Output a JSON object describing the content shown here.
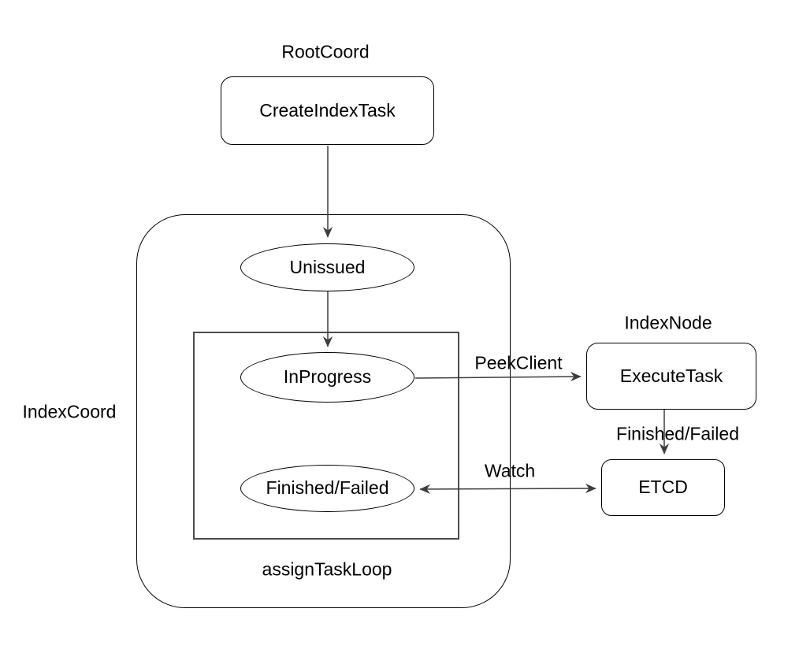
{
  "diagram": {
    "title_context": "index task flow",
    "group_labels": {
      "root_coord": "RootCoord",
      "index_node": "IndexNode"
    },
    "containers": {
      "index_coord": {
        "label": "IndexCoord"
      },
      "assign_task_loop": {
        "label": "assignTaskLoop"
      }
    },
    "nodes": {
      "create_index_task": {
        "label": "CreateIndexTask",
        "shape": "rounded-rect"
      },
      "unissued": {
        "label": "Unissued",
        "shape": "ellipse"
      },
      "in_progress": {
        "label": "InProgress",
        "shape": "ellipse"
      },
      "finished_failed_state": {
        "label": "Finished/Failed",
        "shape": "ellipse"
      },
      "execute_task": {
        "label": "ExecuteTask",
        "shape": "rounded-rect"
      },
      "etcd": {
        "label": "ETCD",
        "shape": "rounded-rect"
      }
    },
    "edges": [
      {
        "id": "create_to_unissued",
        "from": "CreateIndexTask",
        "to": "Unissued",
        "label": "",
        "direction": "down"
      },
      {
        "id": "unissued_to_inprogress",
        "from": "Unissued",
        "to": "InProgress",
        "label": "",
        "direction": "down"
      },
      {
        "id": "peek_client",
        "from": "InProgress",
        "to": "ExecuteTask",
        "label": "PeekClient",
        "direction": "right"
      },
      {
        "id": "finished_failed",
        "from": "ExecuteTask",
        "to": "ETCD",
        "label": "Finished/Failed",
        "direction": "down"
      },
      {
        "id": "watch",
        "from": "Finished/Failed",
        "to": "ETCD",
        "label": "Watch",
        "direction": "both"
      }
    ],
    "edge_labels": {
      "peek_client": "PeekClient",
      "finished_failed": "Finished/Failed",
      "watch": "Watch"
    },
    "colors": {
      "background": "#ffffff",
      "node_stroke": "#000000",
      "inner_container_stroke": "#4d4d4d",
      "edge_stroke": "#3d3d3d",
      "text": "#000000"
    }
  }
}
